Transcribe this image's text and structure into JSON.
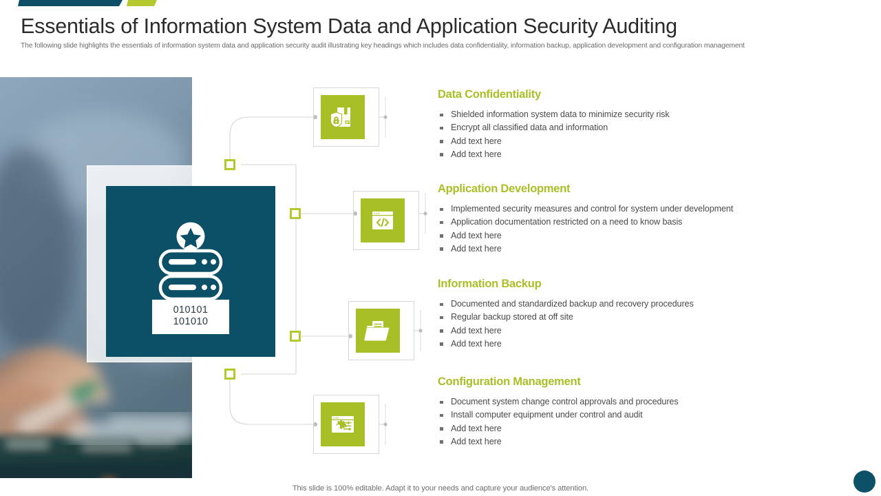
{
  "header": {
    "title": "Essentials of Information System Data and Application Security Auditing",
    "subtitle": "The following slide highlights the essentials of information system data and application security audit illustrating key headings which includes data confidentiality, information backup, application development and configuration management"
  },
  "colors": {
    "accent_dark_teal": "#0c4f66",
    "accent_green": "#b4c92e",
    "tile_green": "#a9bf26",
    "center_tile": "#0b5067",
    "heading_green": "#a9bf26",
    "body_text": "#4a4a4a",
    "title_text": "#2b2b2b",
    "subtitle_text": "#6a6a6a"
  },
  "center_graphic": {
    "icon_name": "secure-server-star-icon",
    "binary_line_1": "010101",
    "binary_line_2": "101010"
  },
  "nodes": [
    {
      "name": "connector-node-1"
    },
    {
      "name": "connector-node-2"
    },
    {
      "name": "connector-node-3"
    },
    {
      "name": "connector-node-4"
    }
  ],
  "sections": [
    {
      "title": "Data Confidentiality",
      "icon": "document-shield-lock-icon",
      "bullets": [
        "Shielded information system data to minimize security risk",
        "Encrypt all classified data and information",
        "Add text here",
        "Add text here"
      ]
    },
    {
      "title": "Application Development",
      "icon": "code-window-icon",
      "bullets": [
        "Implemented security measures and control for system under development",
        "Application documentation restricted on a need to know basis",
        "Add text here",
        "Add text here"
      ]
    },
    {
      "title": "Information Backup",
      "icon": "folder-document-icon",
      "bullets": [
        "Documented and standardized backup and recovery procedures",
        "Regular backup stored at off site",
        "Add text here",
        "Add text here"
      ]
    },
    {
      "title": "Configuration Management",
      "icon": "settings-window-gear-icon",
      "bullets": [
        "Document system change control approvals and procedures",
        "Install computer equipment under control and audit",
        "Add text here",
        "Add text here"
      ]
    }
  ],
  "footer": {
    "note": "This slide is 100% editable. Adapt it to your needs and capture your audience's attention."
  }
}
